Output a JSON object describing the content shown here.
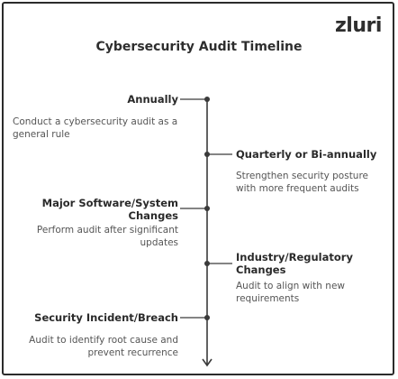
{
  "logo": {
    "text": "zluri"
  },
  "title": "Cybersecurity Audit Timeline",
  "events": [
    {
      "heading": "Annually",
      "desc": "Conduct a cybersecurity audit as a general rule"
    },
    {
      "heading": "Quarterly or Bi-annually",
      "desc": "Strengthen security posture with more frequent audits"
    },
    {
      "heading": "Major Software/System Changes",
      "desc": "Perform audit after significant updates"
    },
    {
      "heading": "Industry/Regulatory Changes",
      "desc": "Audit to align with new requirements"
    },
    {
      "heading": "Security Incident/Breach",
      "desc": "Audit to identify root cause and prevent recurrence"
    }
  ],
  "colors": {
    "line": "#3a3a3a",
    "accent": "#1f5fbf"
  }
}
